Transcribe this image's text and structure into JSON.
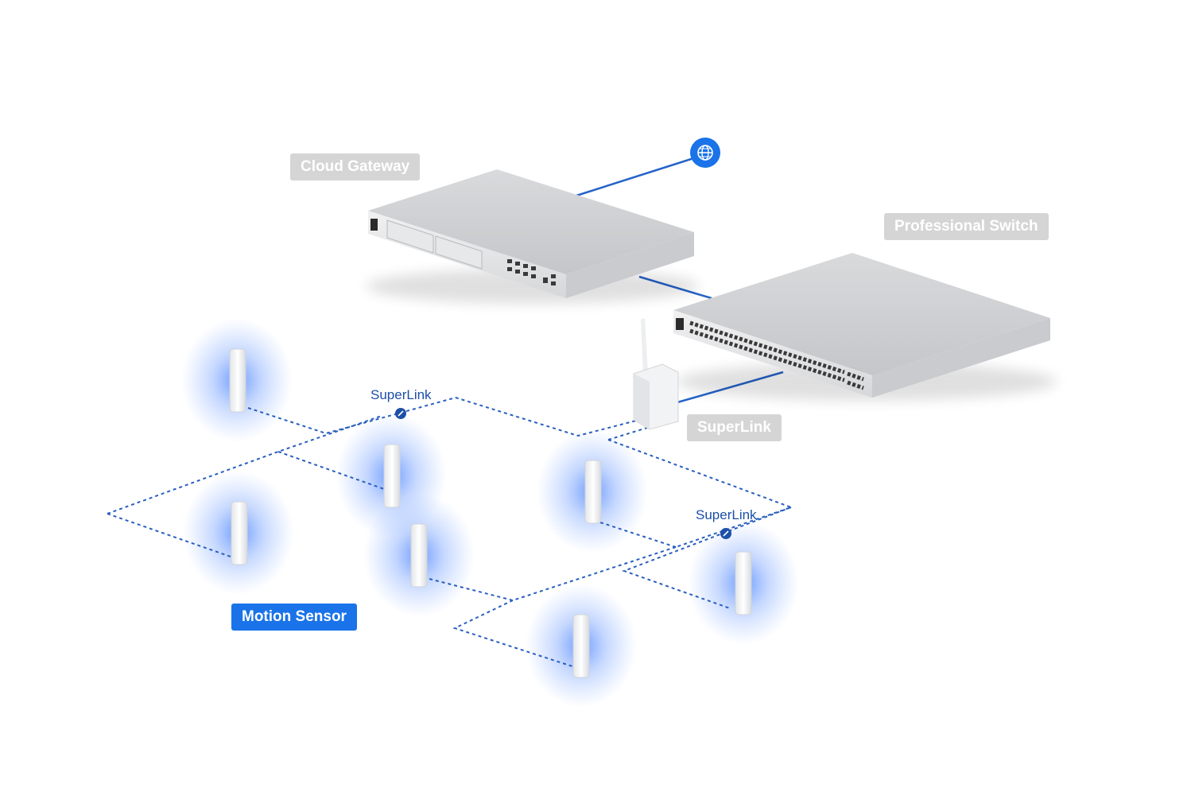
{
  "labels": {
    "cloud_gateway": "Cloud Gateway",
    "professional_switch": "Professional Switch",
    "superlink_hub": "SuperLink",
    "motion_sensor": "Motion Sensor",
    "superlink_node_1": "SuperLink",
    "superlink_node_2": "SuperLink"
  },
  "icons": {
    "internet": "globe-icon",
    "link": "link-icon"
  },
  "colors": {
    "accent_blue": "#1a73e8",
    "link_line": "#2563c9",
    "mesh_dotted": "#2a5fbf",
    "label_grey": "#d5d5d5",
    "sensor_glow": "#3d7bff"
  }
}
